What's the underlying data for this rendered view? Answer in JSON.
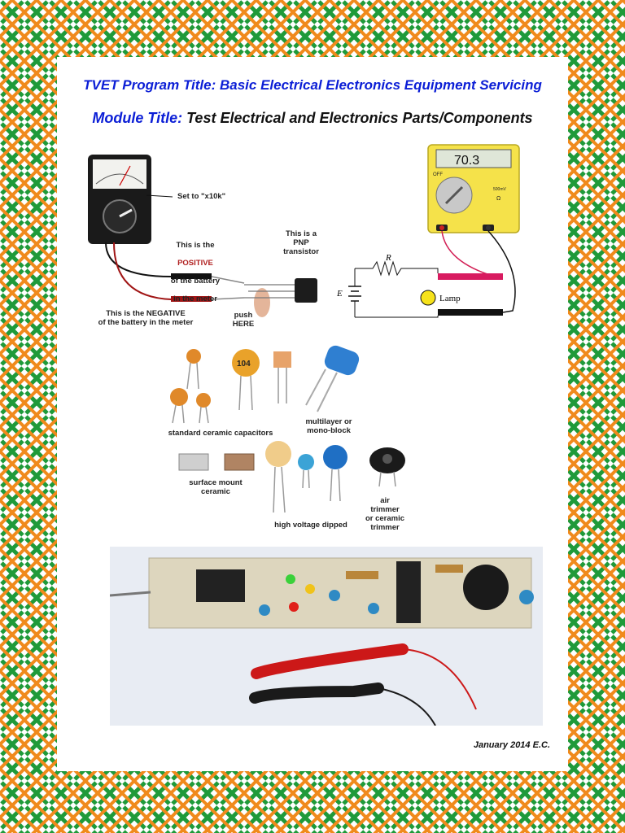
{
  "header": {
    "program_label": "TVET Program Title:",
    "program_title": "Basic Electrical Electronics Equipment Servicing",
    "module_label": "Module Title:",
    "module_title": "Test Electrical and Electronics Parts/Components"
  },
  "figure1": {
    "set_label": "Set to \"x10k\"",
    "positive_line1": "This is the",
    "positive_word": "POSITIVE",
    "positive_line3": "of the battery",
    "positive_line4": "in the meter",
    "pnp_label": "This is a\nPNP\ntransistor",
    "negative_label": "This is the NEGATIVE\nof the battery in the meter",
    "push_label": "push\nHERE"
  },
  "figure2": {
    "display_value": "70.3",
    "off_label": "OFF",
    "mv_label": "500mV",
    "ohm_symbol": "Ω",
    "r_label": "R",
    "e_label": "E",
    "lamp_label": "Lamp"
  },
  "figure3": {
    "cap_code1": "104",
    "std_label": "standard ceramic capacitors",
    "multilayer_label": "multilayer or\nmono-block",
    "smd_label": "surface mount\nceramic",
    "hv_label": "high voltage dipped",
    "trimmer_label": "air\ntrimmer\nor ceramic\ntrimmer"
  },
  "footer": {
    "date": "January 2014 E.C."
  },
  "colors": {
    "green": "#1f9a3a",
    "orange": "#f08a1c",
    "title_blue": "#0b1ed6",
    "positive_red": "#b02020"
  }
}
